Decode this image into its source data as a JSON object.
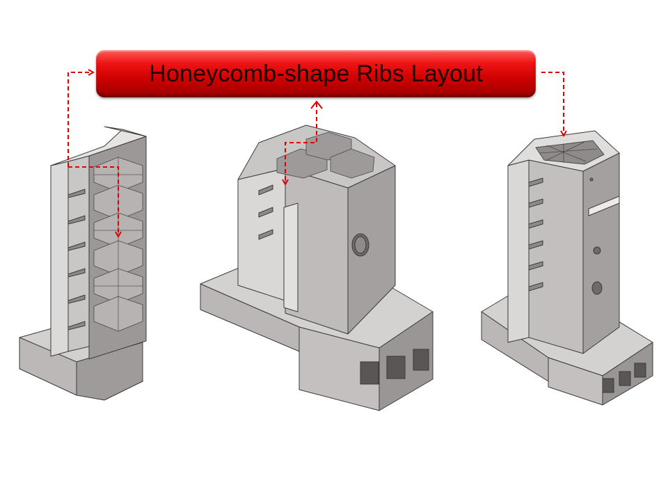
{
  "title": {
    "text": "Honeycomb-shape Ribs Layout"
  },
  "colors": {
    "banner": "#e60000",
    "arrow": "#e00000",
    "part_light": "#d9d6d6",
    "part_mid": "#aaa6a6",
    "part_dark": "#7e7a7a",
    "outline": "#3a3838"
  },
  "figures": [
    {
      "name": "slender-column-part"
    },
    {
      "name": "wide-base-column-part"
    },
    {
      "name": "right-column-part"
    }
  ]
}
